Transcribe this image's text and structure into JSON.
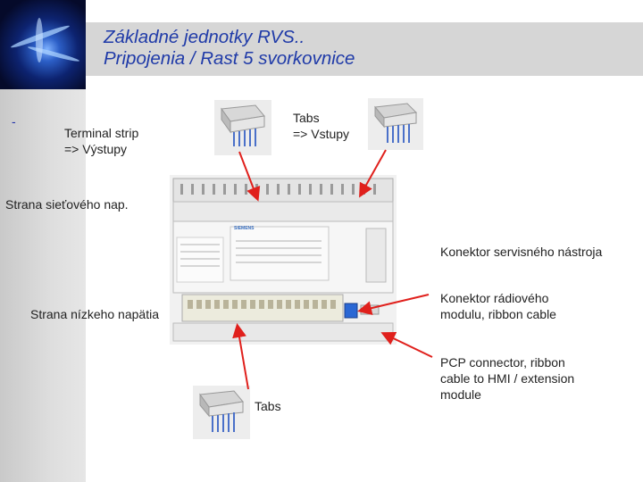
{
  "title": {
    "line1": "Základné jednotky RVS..",
    "line2": "Pripojenia / Rast 5 svorkovnice"
  },
  "bullet": "-",
  "labels": {
    "terminal_strip": {
      "line1": "Terminal strip",
      "line2": "=> Výstupy"
    },
    "tabs_top": {
      "line1": "Tabs",
      "line2": "=> Vstupy"
    },
    "mains_side": "Strana sieťového nap.",
    "service_connector": "Konektor servisného nástroja",
    "low_voltage_side": "Strana nízkeho napätia",
    "radio_connector": {
      "line1": "Konektor rádiového",
      "line2": "modulu, ribbon cable"
    },
    "pcp_connector": {
      "line1": "PCP connector, ribbon",
      "line2": "cable to HMI / extension",
      "line3": "module"
    },
    "tabs_bottom": "Tabs"
  },
  "device": {
    "brand": "SIEMENS"
  },
  "colors": {
    "title": "#1f3aa8",
    "arrow": "#e0201c",
    "title_bar": "#d6d6d6",
    "left_band": "#d4d4d4"
  }
}
